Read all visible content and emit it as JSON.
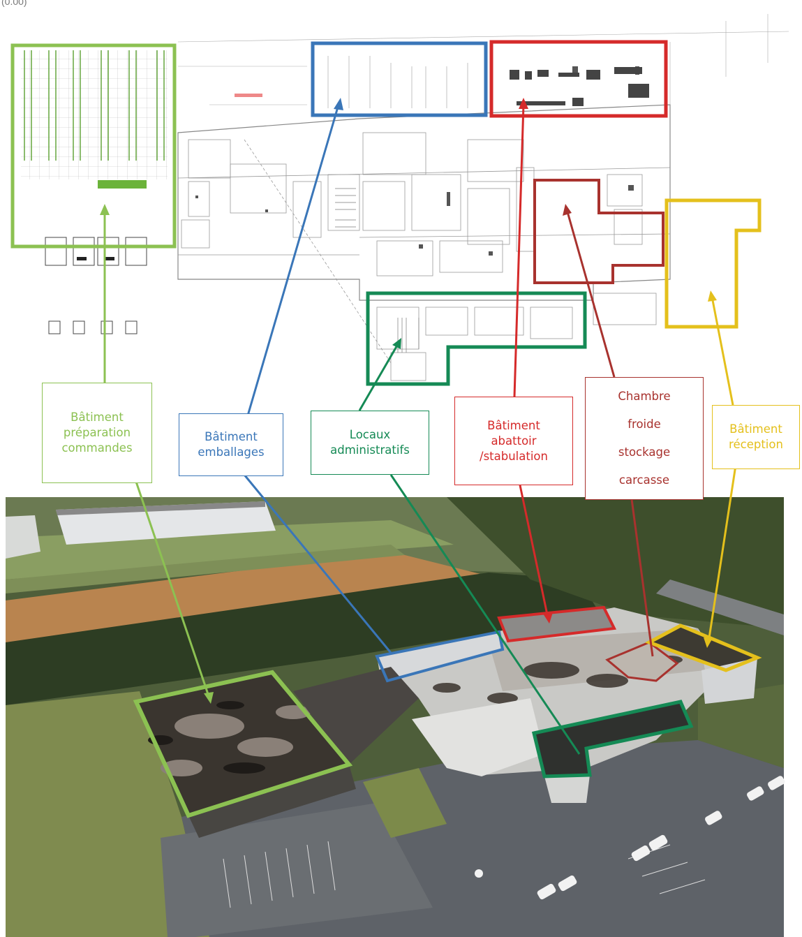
{
  "corner_text": "(0.00)",
  "colors": {
    "prep": "#8cc152",
    "emb": "#3a76b8",
    "admin": "#158a55",
    "abattoir": "#d52a2a",
    "froide": "#a8322e",
    "reception": "#e4c01c"
  },
  "labels": {
    "prep": [
      "Bâtiment",
      "préparation",
      "commandes"
    ],
    "emb": [
      "Bâtiment",
      "emballages"
    ],
    "admin": [
      "Locaux",
      "administratifs"
    ],
    "abattoir": [
      "Bâtiment",
      "abattoir",
      "/stabulation"
    ],
    "froide": [
      "Chambre",
      "froide",
      "stockage",
      "carcasse"
    ],
    "reception": [
      "Bâtiment",
      "réception"
    ]
  }
}
